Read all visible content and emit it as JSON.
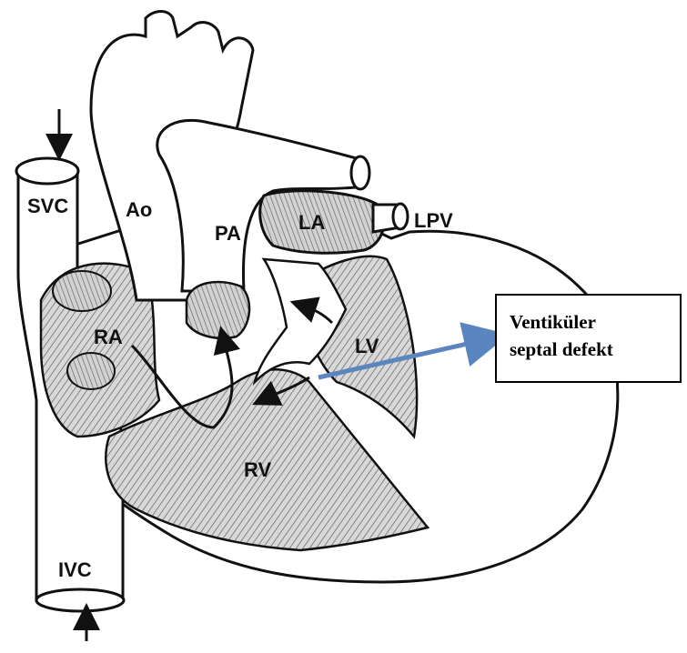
{
  "labels": {
    "svc": "SVC",
    "ao": "Ao",
    "pa": "PA",
    "la": "LA",
    "lpv": "LPV",
    "ra": "RA",
    "lv": "LV",
    "rv": "RV",
    "ivc": "IVC"
  },
  "callout": {
    "line1": "Ventiküler",
    "line2": "septal defekt"
  },
  "colors": {
    "outline": "#111111",
    "hatch": "#9a9a9a",
    "pointer_arrow": "#5b85bf"
  }
}
